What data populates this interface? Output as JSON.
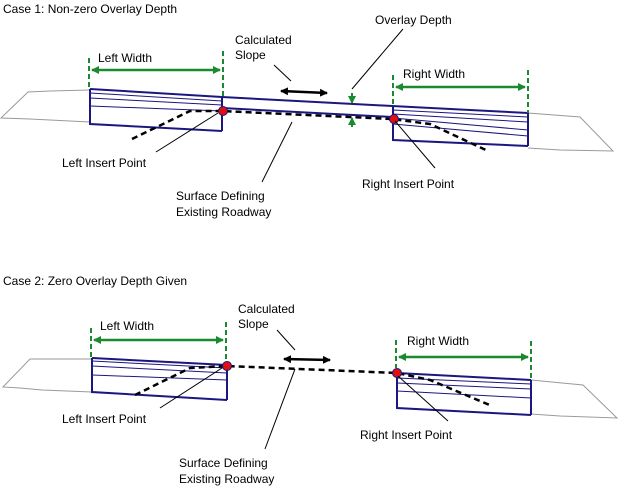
{
  "colors": {
    "background": "#ffffff",
    "overlay_outline": "#1c1680",
    "dimension": "#1a8a2e",
    "existing_surface": "#000000",
    "insert_point": "#e01010",
    "shoulder": "#9a9a9a",
    "leader": "#000000",
    "text": "#000000"
  },
  "cases": [
    {
      "title": "Case 1: Non-zero Overlay Depth",
      "left_width_label": "Left Width",
      "right_width_label": "Right Width",
      "slope_label_line1": "Calculated",
      "slope_label_line2": "Slope",
      "overlay_depth_label": "Overlay Depth",
      "left_insert_label": "Left Insert Point",
      "right_insert_label": "Right Insert Point",
      "surface_label_line1": "Surface Defining",
      "surface_label_line2": "Existing Roadway"
    },
    {
      "title": "Case 2: Zero Overlay Depth Given",
      "left_width_label": "Left Width",
      "right_width_label": "Right Width",
      "slope_label_line1": "Calculated",
      "slope_label_line2": "Slope",
      "left_insert_label": "Left Insert Point",
      "right_insert_label": "Right Insert Point",
      "surface_label_line1": "Surface Defining",
      "surface_label_line2": "Existing Roadway"
    }
  ]
}
